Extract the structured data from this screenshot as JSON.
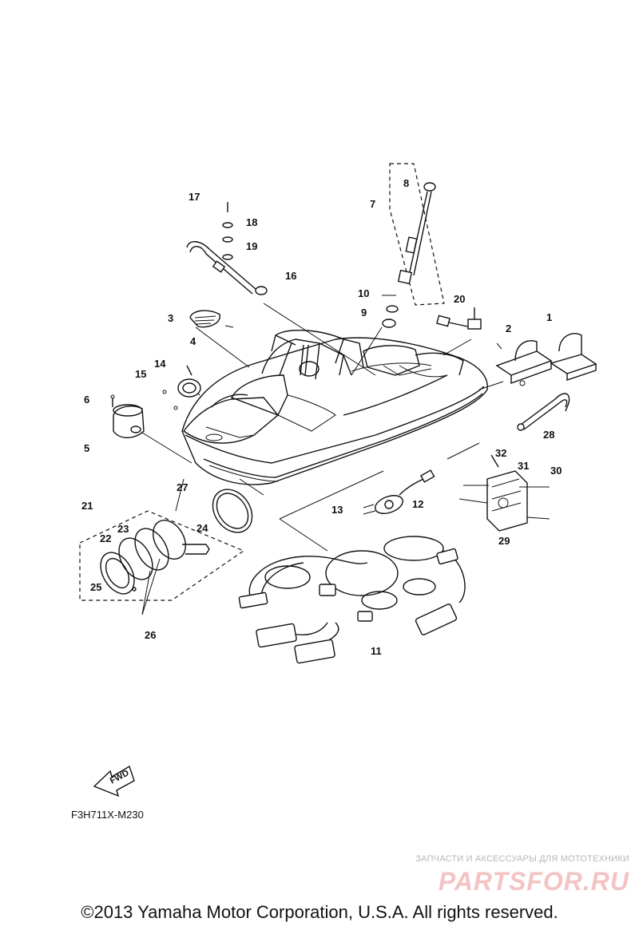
{
  "diagram": {
    "reference_code": "F3H711X-M230",
    "fwd_label": "FWD",
    "callouts": [
      "1",
      "2",
      "3",
      "4",
      "5",
      "6",
      "7",
      "8",
      "9",
      "10",
      "11",
      "12",
      "13",
      "14",
      "15",
      "16",
      "17",
      "18",
      "19",
      "20",
      "21",
      "22",
      "23",
      "24",
      "25",
      "26",
      "27",
      "28",
      "29",
      "30",
      "31",
      "32"
    ]
  },
  "watermark": {
    "tagline": "ЗАПЧАСТИ И АКСЕССУАРЫ ДЛЯ МОТОТЕХНИКИ",
    "logo": "PARTSFOR.RU"
  },
  "footer": {
    "copyright": "©2013 Yamaha Motor Corporation, U.S.A. All rights reserved."
  }
}
